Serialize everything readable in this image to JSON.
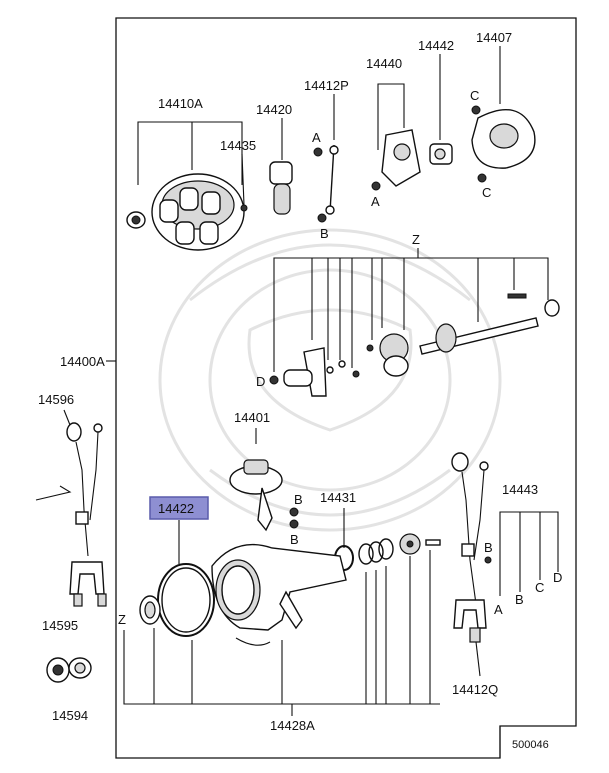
{
  "diagram": {
    "reference_code": "500046",
    "highlighted_part": "14422",
    "part_labels": {
      "p14410A": "14410A",
      "p14420": "14420",
      "p14435": "14435",
      "p14412P": "14412P",
      "p14440": "14440",
      "p14442": "14442",
      "p14407": "14407",
      "p14400A": "14400A",
      "p14596": "14596",
      "p14401": "14401",
      "p14422": "14422",
      "p14431": "14431",
      "p14443": "14443",
      "p14595": "14595",
      "p14594": "14594",
      "p14428A": "14428A",
      "p14412Q": "14412Q"
    },
    "callout_letters": {
      "a": "A",
      "b": "B",
      "c": "C",
      "d": "D",
      "z": "Z"
    }
  }
}
